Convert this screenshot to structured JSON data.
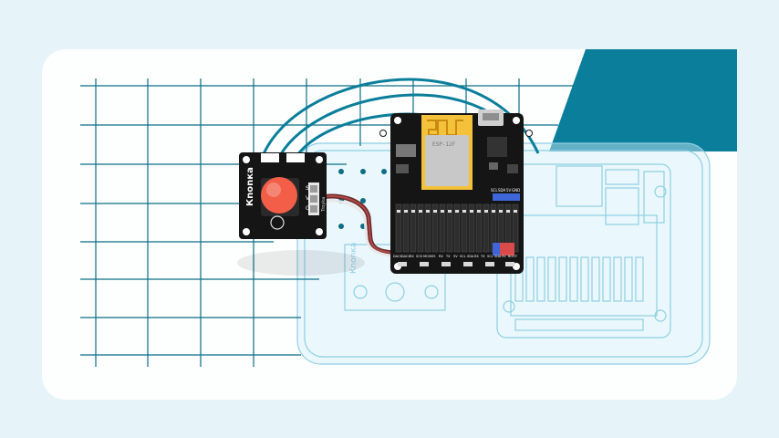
{
  "colors": {
    "background": "#e6f3f8",
    "card": "#fdfefe",
    "grid": "#0c6e86",
    "accent_teal": "#0a7e9a",
    "board": "#151515",
    "button_red": "#f25e48",
    "blueprint": "#7cc5dc"
  },
  "button_module": {
    "brand": "Кnonка",
    "pins": [
      "S",
      "V",
      "G"
    ],
    "series": "Troyka"
  },
  "controller": {
    "module_label": "ESP-12F",
    "header_labels": [
      "SCL",
      "SDA",
      "5V",
      "GND"
    ],
    "bottom_labels": [
      "DAC1",
      "DAC2",
      "RX",
      "SCK",
      "MOSI",
      "SS",
      "RX",
      "TX",
      "5V",
      "SCL",
      "SDA",
      "RX",
      "TX",
      "SCL",
      "SDA",
      "5V",
      "BOOT"
    ]
  },
  "icons": {
    "wifi": "wifi-signal-icon",
    "cable": "cable-icon"
  }
}
